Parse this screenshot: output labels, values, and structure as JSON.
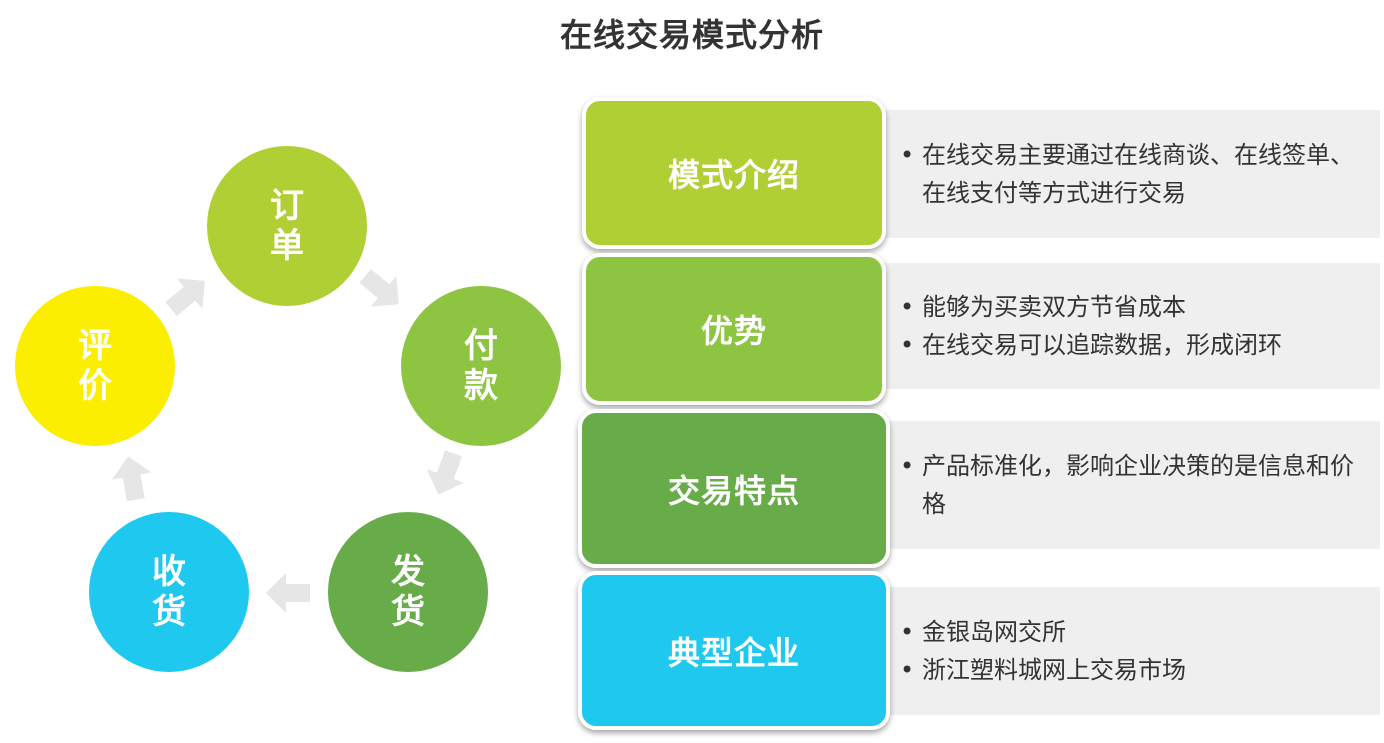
{
  "title": "在线交易模式分析",
  "colors": {
    "light_green": "#b0cf35",
    "mid_green": "#8dc542",
    "dark_green": "#67ac48",
    "cyan": "#1ec8ef",
    "yellow": "#fbee00",
    "arrow_gray": "#e6e6e6",
    "desc_bg": "#efefef"
  },
  "cycle": {
    "order": {
      "line1": "订",
      "line2": "单"
    },
    "pay": {
      "line1": "付",
      "line2": "款"
    },
    "ship": {
      "line1": "发",
      "line2": "货"
    },
    "receive": {
      "line1": "收",
      "line2": "货"
    },
    "review": {
      "line1": "评",
      "line2": "价"
    }
  },
  "rows": [
    {
      "label": "模式介绍",
      "items": [
        "在线交易主要通过在线商谈、在线签单、在线支付等方式进行交易"
      ]
    },
    {
      "label": "优势",
      "items": [
        "能够为买卖双方节省成本",
        "在线交易可以追踪数据，形成闭环"
      ]
    },
    {
      "label": "交易特点",
      "items": [
        "产品标准化，影响企业决策的是信息和价格"
      ]
    },
    {
      "label": "典型企业",
      "items": [
        "金银岛网交所",
        "浙江塑料城网上交易市场"
      ]
    }
  ]
}
